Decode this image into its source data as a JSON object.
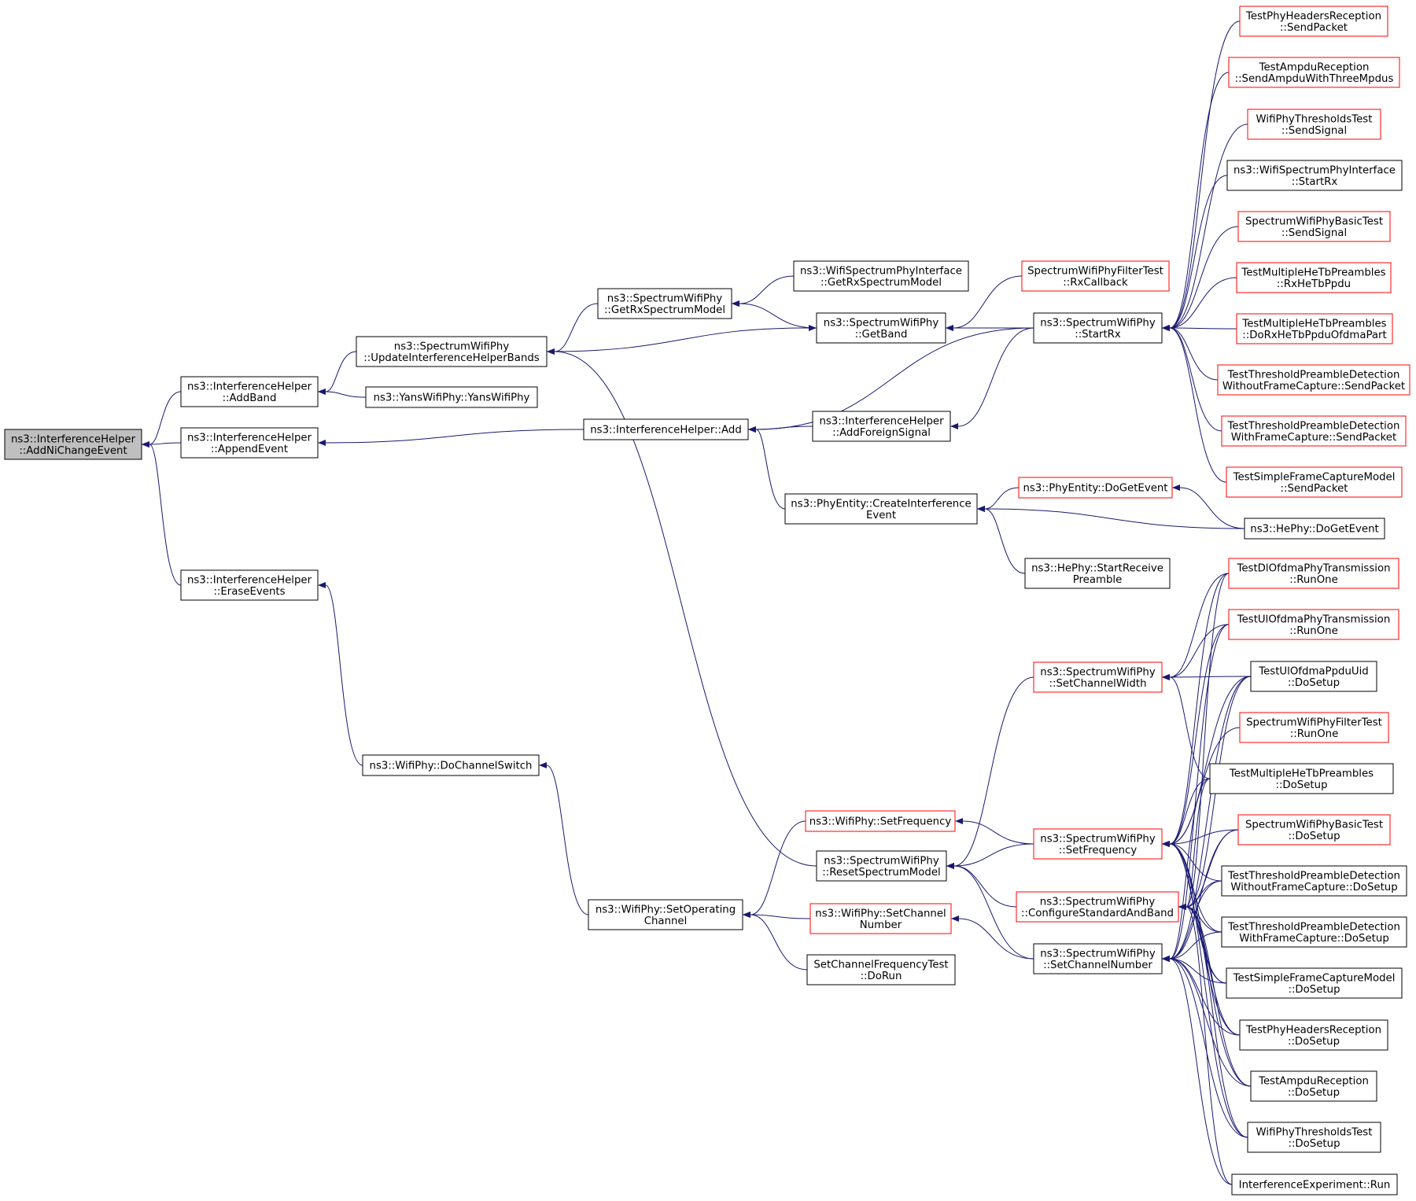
{
  "colors": {
    "edge": "#191970",
    "box_border_normal": "#000000",
    "box_border_truncated": "#ff0000",
    "box_fill_root": "#bfbfbf",
    "box_fill": "#ffffff",
    "text": "#000000"
  },
  "nodes": [
    {
      "id": "root",
      "lines": [
        "ns3::InterferenceHelper",
        "::AddNiChangeEvent"
      ],
      "truncated": false,
      "root": true
    },
    {
      "id": "ih_addband",
      "lines": [
        "ns3::InterferenceHelper",
        "::AddBand"
      ],
      "truncated": false
    },
    {
      "id": "ih_appendevent",
      "lines": [
        "ns3::InterferenceHelper",
        "::AppendEvent"
      ],
      "truncated": false
    },
    {
      "id": "ih_eraseevents",
      "lines": [
        "ns3::InterferenceHelper",
        "::EraseEvents"
      ],
      "truncated": false
    },
    {
      "id": "swp_updateihb",
      "lines": [
        "ns3::SpectrumWifiPhy",
        "::UpdateInterferenceHelperBands"
      ],
      "truncated": false
    },
    {
      "id": "yans_ctor",
      "lines": [
        "ns3::YansWifiPhy::YansWifiPhy"
      ],
      "truncated": false
    },
    {
      "id": "wp_dochannelswitch",
      "lines": [
        "ns3::WifiPhy::DoChannelSwitch"
      ],
      "truncated": false
    },
    {
      "id": "swp_getrxsm",
      "lines": [
        "ns3::SpectrumWifiPhy",
        "::GetRxSpectrumModel"
      ],
      "truncated": false
    },
    {
      "id": "ih_add",
      "lines": [
        "ns3::InterferenceHelper::Add"
      ],
      "truncated": false
    },
    {
      "id": "wp_setopchannel",
      "lines": [
        "ns3::WifiPhy::SetOperating",
        "Channel"
      ],
      "truncated": false
    },
    {
      "id": "wspi_getrxsm",
      "lines": [
        "ns3::WifiSpectrumPhyInterface",
        "::GetRxSpectrumModel"
      ],
      "truncated": false
    },
    {
      "id": "swp_getband",
      "lines": [
        "ns3::SpectrumWifiPhy",
        "::GetBand"
      ],
      "truncated": false
    },
    {
      "id": "ih_addforeign",
      "lines": [
        "ns3::InterferenceHelper",
        "::AddForeignSignal"
      ],
      "truncated": false
    },
    {
      "id": "pe_createinterference",
      "lines": [
        "ns3::PhyEntity::CreateInterference",
        "Event"
      ],
      "truncated": false
    },
    {
      "id": "wp_setfrequency",
      "lines": [
        "ns3::WifiPhy::SetFrequency"
      ],
      "truncated": true
    },
    {
      "id": "swp_resetsm",
      "lines": [
        "ns3::SpectrumWifiPhy",
        "::ResetSpectrumModel"
      ],
      "truncated": false
    },
    {
      "id": "wp_setchannelnumber",
      "lines": [
        "ns3::WifiPhy::SetChannel",
        "Number"
      ],
      "truncated": true
    },
    {
      "id": "scft_dorun",
      "lines": [
        "SetChannelFrequencyTest",
        "::DoRun"
      ],
      "truncated": false
    },
    {
      "id": "swpft_rxcallback",
      "lines": [
        "SpectrumWifiPhyFilterTest",
        "::RxCallback"
      ],
      "truncated": true
    },
    {
      "id": "swp_startrx",
      "lines": [
        "ns3::SpectrumWifiPhy",
        "::StartRx"
      ],
      "truncated": false
    },
    {
      "id": "pe_dogetevent",
      "lines": [
        "ns3::PhyEntity::DoGetEvent"
      ],
      "truncated": true
    },
    {
      "id": "hephy_startrxpre",
      "lines": [
        "ns3::HePhy::StartReceive",
        "Preamble"
      ],
      "truncated": false
    },
    {
      "id": "swp_setchannelwidth",
      "lines": [
        "ns3::SpectrumWifiPhy",
        "::SetChannelWidth"
      ],
      "truncated": true
    },
    {
      "id": "swp_setfrequency",
      "lines": [
        "ns3::SpectrumWifiPhy",
        "::SetFrequency"
      ],
      "truncated": true
    },
    {
      "id": "swp_configstdband",
      "lines": [
        "ns3::SpectrumWifiPhy",
        "::ConfigureStandardAndBand"
      ],
      "truncated": true
    },
    {
      "id": "swp_setchannelnumber",
      "lines": [
        "ns3::SpectrumWifiPhy",
        "::SetChannelNumber"
      ],
      "truncated": false
    },
    {
      "id": "tphr_sendpacket",
      "lines": [
        "TestPhyHeadersReception",
        "::SendPacket"
      ],
      "truncated": true
    },
    {
      "id": "tar_sendampdu",
      "lines": [
        "TestAmpduReception",
        "::SendAmpduWithThreeMpdus"
      ],
      "truncated": true
    },
    {
      "id": "wptt_sendsignal",
      "lines": [
        "WifiPhyThresholdsTest",
        "::SendSignal"
      ],
      "truncated": true
    },
    {
      "id": "wspi_startrx",
      "lines": [
        "ns3::WifiSpectrumPhyInterface",
        "::StartRx"
      ],
      "truncated": false
    },
    {
      "id": "swpbt_sendsignal",
      "lines": [
        "SpectrumWifiPhyBasicTest",
        "::SendSignal"
      ],
      "truncated": true
    },
    {
      "id": "tmhtp_rxhetbppdu",
      "lines": [
        "TestMultipleHeTbPreambles",
        "::RxHeTbPpdu"
      ],
      "truncated": true
    },
    {
      "id": "tmhtp_dorxofdma",
      "lines": [
        "TestMultipleHeTbPreambles",
        "::DoRxHeTbPpduOfdmaPart"
      ],
      "truncated": true
    },
    {
      "id": "ttpd_wo_sendpacket",
      "lines": [
        "TestThresholdPreambleDetection",
        "WithoutFrameCapture::SendPacket"
      ],
      "truncated": true
    },
    {
      "id": "ttpd_w_sendpacket",
      "lines": [
        "TestThresholdPreambleDetection",
        "WithFrameCapture::SendPacket"
      ],
      "truncated": true
    },
    {
      "id": "tsfcm_sendpacket",
      "lines": [
        "TestSimpleFrameCaptureModel",
        "::SendPacket"
      ],
      "truncated": true
    },
    {
      "id": "hephy_dogetevent",
      "lines": [
        "ns3::HePhy::DoGetEvent"
      ],
      "truncated": false
    },
    {
      "id": "tdl_runone",
      "lines": [
        "TestDlOfdmaPhyTransmission",
        "::RunOne"
      ],
      "truncated": true
    },
    {
      "id": "tul_runone",
      "lines": [
        "TestUlOfdmaPhyTransmission",
        "::RunOne"
      ],
      "truncated": true
    },
    {
      "id": "tulppduuid_dosetup",
      "lines": [
        "TestUlOfdmaPpduUid",
        "::DoSetup"
      ],
      "truncated": false
    },
    {
      "id": "swpft_runone",
      "lines": [
        "SpectrumWifiPhyFilterTest",
        "::RunOne"
      ],
      "truncated": true
    },
    {
      "id": "tmhtp_dosetup",
      "lines": [
        "TestMultipleHeTbPreambles",
        "::DoSetup"
      ],
      "truncated": false
    },
    {
      "id": "swpbt_dosetup",
      "lines": [
        "SpectrumWifiPhyBasicTest",
        "::DoSetup"
      ],
      "truncated": true
    },
    {
      "id": "ttpd_wo_dosetup",
      "lines": [
        "TestThresholdPreambleDetection",
        "WithoutFrameCapture::DoSetup"
      ],
      "truncated": false
    },
    {
      "id": "ttpd_w_dosetup",
      "lines": [
        "TestThresholdPreambleDetection",
        "WithFrameCapture::DoSetup"
      ],
      "truncated": false
    },
    {
      "id": "tsfcm_dosetup",
      "lines": [
        "TestSimpleFrameCaptureModel",
        "::DoSetup"
      ],
      "truncated": false
    },
    {
      "id": "tphr_dosetup",
      "lines": [
        "TestPhyHeadersReception",
        "::DoSetup"
      ],
      "truncated": false
    },
    {
      "id": "tar_dosetup",
      "lines": [
        "TestAmpduReception",
        "::DoSetup"
      ],
      "truncated": false
    },
    {
      "id": "wptt_dosetup",
      "lines": [
        "WifiPhyThresholdsTest",
        "::DoSetup"
      ],
      "truncated": false
    },
    {
      "id": "ie_run",
      "lines": [
        "InterferenceExperiment::Run"
      ],
      "truncated": false
    }
  ],
  "edges": [
    [
      "root",
      "ih_addband"
    ],
    [
      "root",
      "ih_appendevent"
    ],
    [
      "root",
      "ih_eraseevents"
    ],
    [
      "ih_addband",
      "swp_updateihb"
    ],
    [
      "ih_addband",
      "yans_ctor"
    ],
    [
      "ih_appendevent",
      "ih_add"
    ],
    [
      "ih_eraseevents",
      "wp_dochannelswitch"
    ],
    [
      "swp_updateihb",
      "swp_getrxsm"
    ],
    [
      "swp_updateihb",
      "swp_resetsm"
    ],
    [
      "swp_getrxsm",
      "wspi_getrxsm"
    ],
    [
      "swp_getrxsm",
      "swp_getband"
    ],
    [
      "swp_getband",
      "swp_updateihb"
    ],
    [
      "swp_getband",
      "swpft_rxcallback"
    ],
    [
      "swp_getband",
      "swp_startrx"
    ],
    [
      "ih_add",
      "swp_startrx"
    ],
    [
      "ih_add",
      "ih_addforeign"
    ],
    [
      "ih_add",
      "pe_createinterference"
    ],
    [
      "ih_addforeign",
      "swp_startrx"
    ],
    [
      "pe_createinterference",
      "pe_dogetevent"
    ],
    [
      "pe_createinterference",
      "hephy_dogetevent"
    ],
    [
      "pe_createinterference",
      "hephy_startrxpre"
    ],
    [
      "pe_dogetevent",
      "hephy_dogetevent"
    ],
    [
      "wp_dochannelswitch",
      "wp_setopchannel"
    ],
    [
      "wp_setopchannel",
      "wp_setfrequency"
    ],
    [
      "wp_setopchannel",
      "wp_setchannelnumber"
    ],
    [
      "wp_setopchannel",
      "scft_dorun"
    ],
    [
      "wp_setfrequency",
      "swp_setfrequency"
    ],
    [
      "wp_setchannelnumber",
      "swp_setchannelnumber"
    ],
    [
      "swp_resetsm",
      "swp_setchannelwidth"
    ],
    [
      "swp_resetsm",
      "swp_setfrequency"
    ],
    [
      "swp_resetsm",
      "swp_configstdband"
    ],
    [
      "swp_resetsm",
      "swp_setchannelnumber"
    ],
    [
      "swp_startrx",
      "tphr_sendpacket"
    ],
    [
      "swp_startrx",
      "tar_sendampdu"
    ],
    [
      "swp_startrx",
      "wptt_sendsignal"
    ],
    [
      "swp_startrx",
      "wspi_startrx"
    ],
    [
      "swp_startrx",
      "swpbt_sendsignal"
    ],
    [
      "swp_startrx",
      "tmhtp_rxhetbppdu"
    ],
    [
      "swp_startrx",
      "tmhtp_dorxofdma"
    ],
    [
      "swp_startrx",
      "ttpd_wo_sendpacket"
    ],
    [
      "swp_startrx",
      "ttpd_w_sendpacket"
    ],
    [
      "swp_startrx",
      "tsfcm_sendpacket"
    ],
    [
      "swp_setchannelwidth",
      "tdl_runone"
    ],
    [
      "swp_setchannelwidth",
      "tul_runone"
    ],
    [
      "swp_setchannelwidth",
      "tulppduuid_dosetup"
    ],
    [
      "swp_setchannelwidth",
      "tmhtp_dosetup"
    ],
    [
      "swp_setfrequency",
      "tdl_runone"
    ],
    [
      "swp_setfrequency",
      "tul_runone"
    ],
    [
      "swp_setfrequency",
      "tulppduuid_dosetup"
    ],
    [
      "swp_setfrequency",
      "swpft_runone"
    ],
    [
      "swp_setfrequency",
      "tmhtp_dosetup"
    ],
    [
      "swp_setfrequency",
      "swpbt_dosetup"
    ],
    [
      "swp_setfrequency",
      "ttpd_wo_dosetup"
    ],
    [
      "swp_setfrequency",
      "ttpd_w_dosetup"
    ],
    [
      "swp_setfrequency",
      "tsfcm_dosetup"
    ],
    [
      "swp_setfrequency",
      "tphr_dosetup"
    ],
    [
      "swp_setfrequency",
      "tar_dosetup"
    ],
    [
      "swp_setfrequency",
      "wptt_dosetup"
    ],
    [
      "swp_configstdband",
      "tdl_runone"
    ],
    [
      "swp_configstdband",
      "tulppduuid_dosetup"
    ],
    [
      "swp_configstdband",
      "tmhtp_dosetup"
    ],
    [
      "swp_configstdband",
      "swpbt_dosetup"
    ],
    [
      "swp_configstdband",
      "ttpd_wo_dosetup"
    ],
    [
      "swp_configstdband",
      "ttpd_w_dosetup"
    ],
    [
      "swp_configstdband",
      "tsfcm_dosetup"
    ],
    [
      "swp_configstdband",
      "tphr_dosetup"
    ],
    [
      "swp_configstdband",
      "tar_dosetup"
    ],
    [
      "swp_configstdband",
      "wptt_dosetup"
    ],
    [
      "swp_configstdband",
      "ie_run"
    ],
    [
      "swp_setchannelnumber",
      "tul_runone"
    ],
    [
      "swp_setchannelnumber",
      "tulppduuid_dosetup"
    ],
    [
      "swp_setchannelnumber",
      "tmhtp_dosetup"
    ],
    [
      "swp_setchannelnumber",
      "swpbt_dosetup"
    ],
    [
      "swp_setchannelnumber",
      "ttpd_wo_dosetup"
    ],
    [
      "swp_setchannelnumber",
      "ttpd_w_dosetup"
    ],
    [
      "swp_setchannelnumber",
      "tsfcm_dosetup"
    ],
    [
      "swp_setchannelnumber",
      "tphr_dosetup"
    ],
    [
      "swp_setchannelnumber",
      "tar_dosetup"
    ],
    [
      "swp_setchannelnumber",
      "wptt_dosetup"
    ],
    [
      "swp_setchannelnumber",
      "ie_run"
    ]
  ]
}
